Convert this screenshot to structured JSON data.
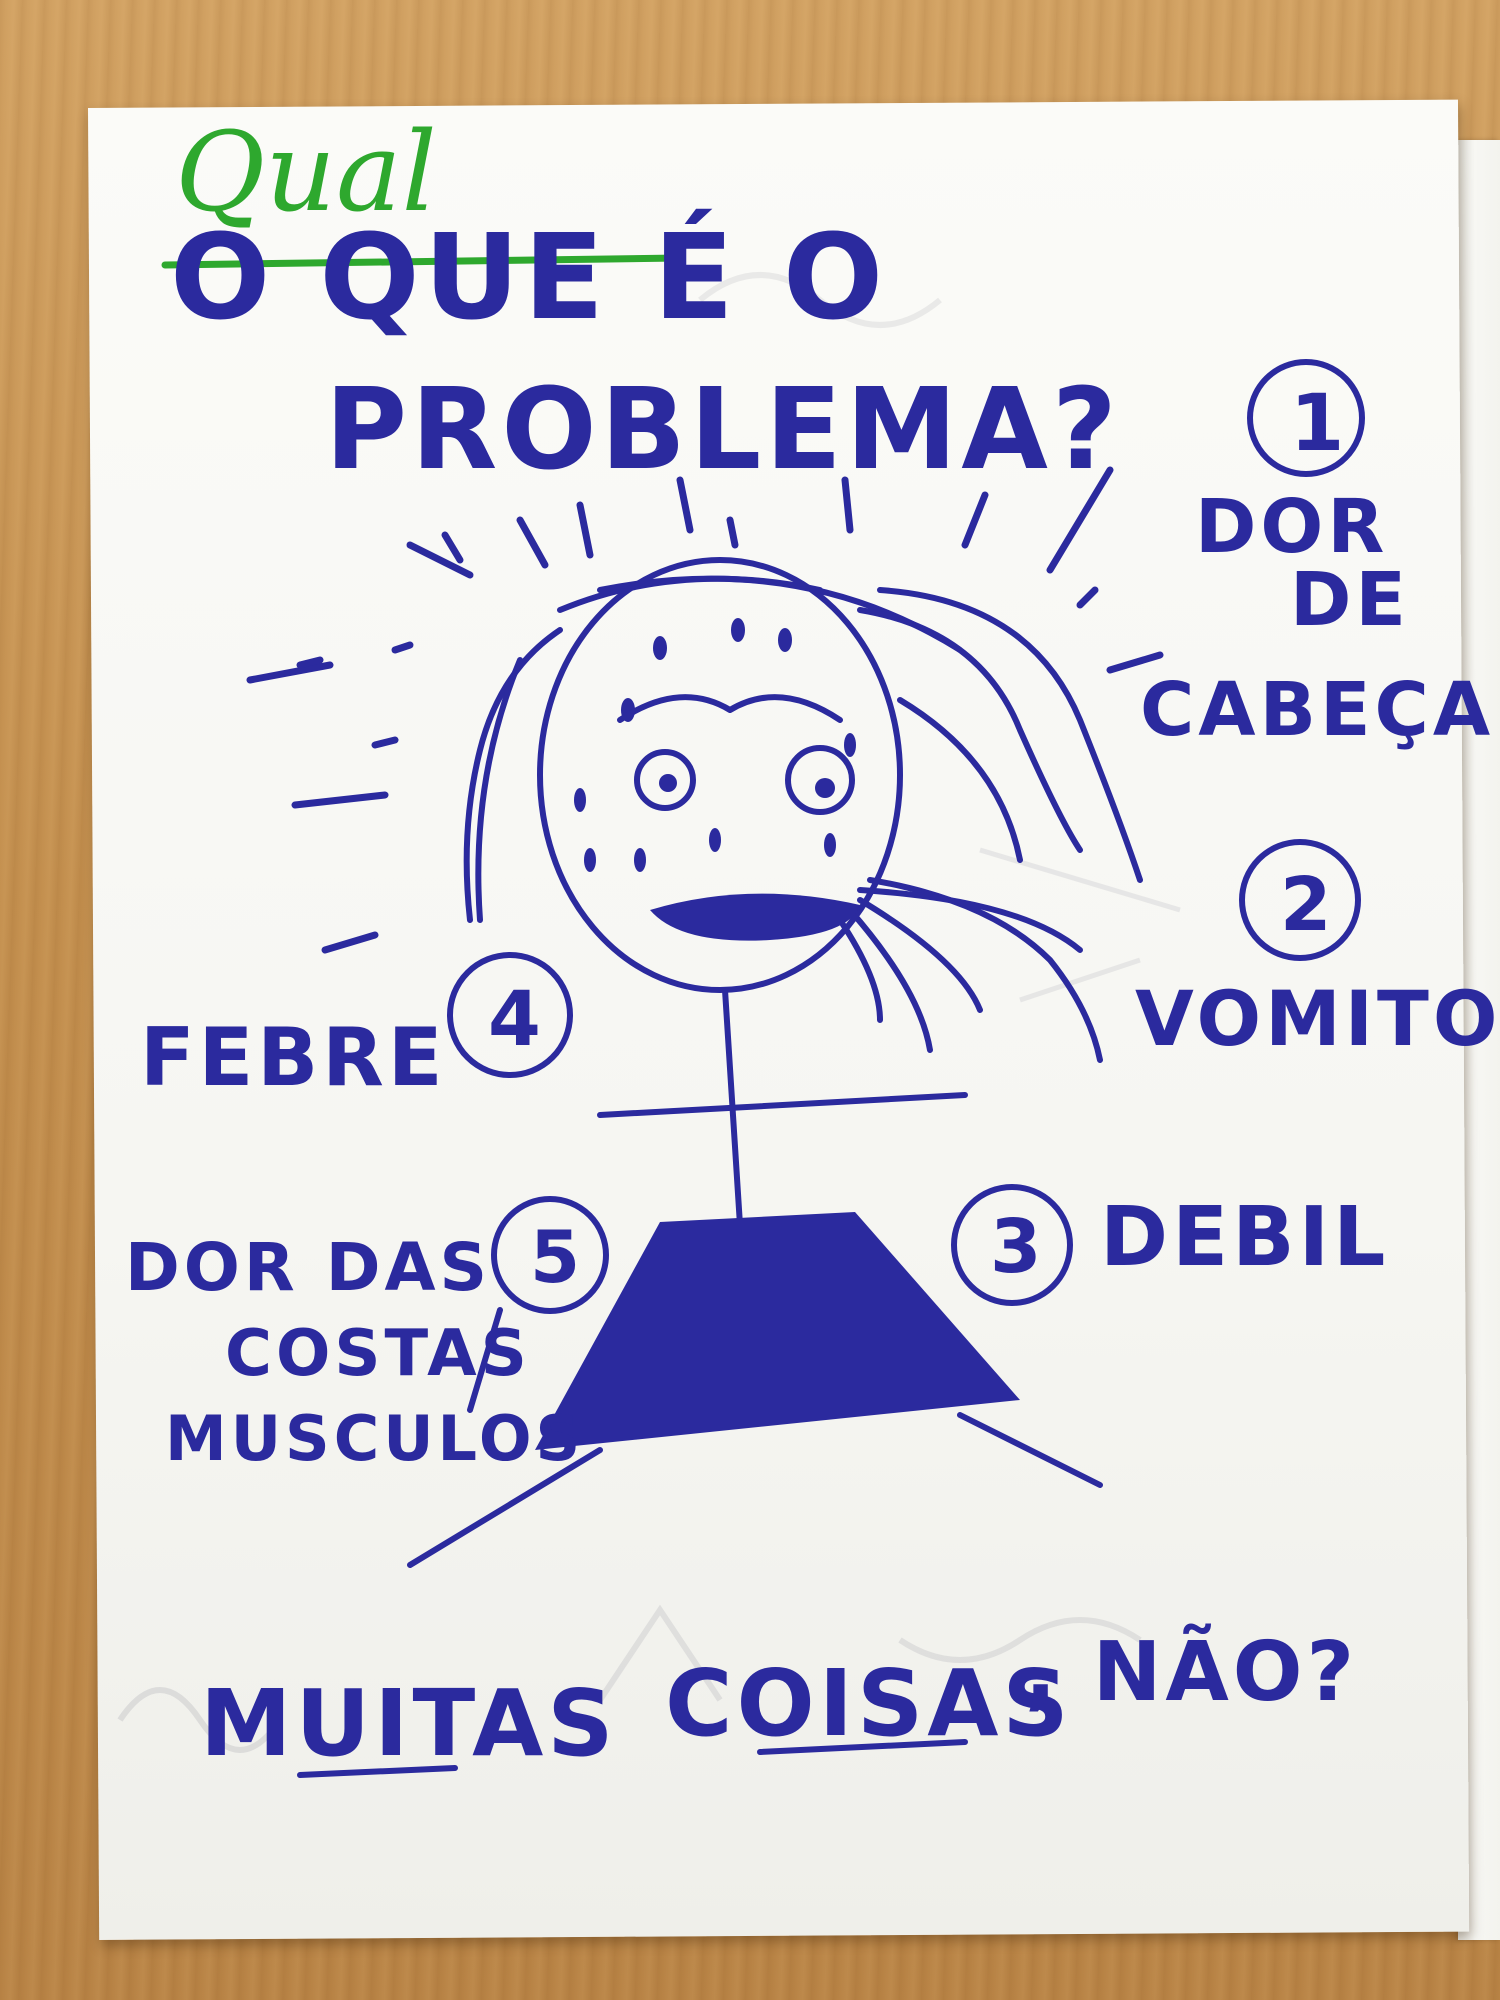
{
  "note": {
    "correction_word": "Qual",
    "question_line1": "O QUE É O",
    "question_line2": "PROBLEMA?",
    "symptoms": [
      {
        "number": "1",
        "label_lines": [
          "DOR",
          "DE",
          "CABEÇA"
        ]
      },
      {
        "number": "2",
        "label_lines": [
          "VOMITO"
        ]
      },
      {
        "number": "3",
        "label_lines": [
          "DEBIL"
        ]
      },
      {
        "number": "4",
        "label_lines": [
          "FEBRE"
        ]
      },
      {
        "number": "5",
        "label_lines": [
          "DOR DAS",
          "COSTAS",
          "MUSCULOS"
        ]
      }
    ],
    "footer": [
      "MUITAS",
      "COISAS",
      ", NÃO?"
    ]
  },
  "colors": {
    "ink": "#2b2a9e",
    "correction_ink": "#2ea82e",
    "paper": "#f8f8f4",
    "table": "#c99a5b"
  }
}
